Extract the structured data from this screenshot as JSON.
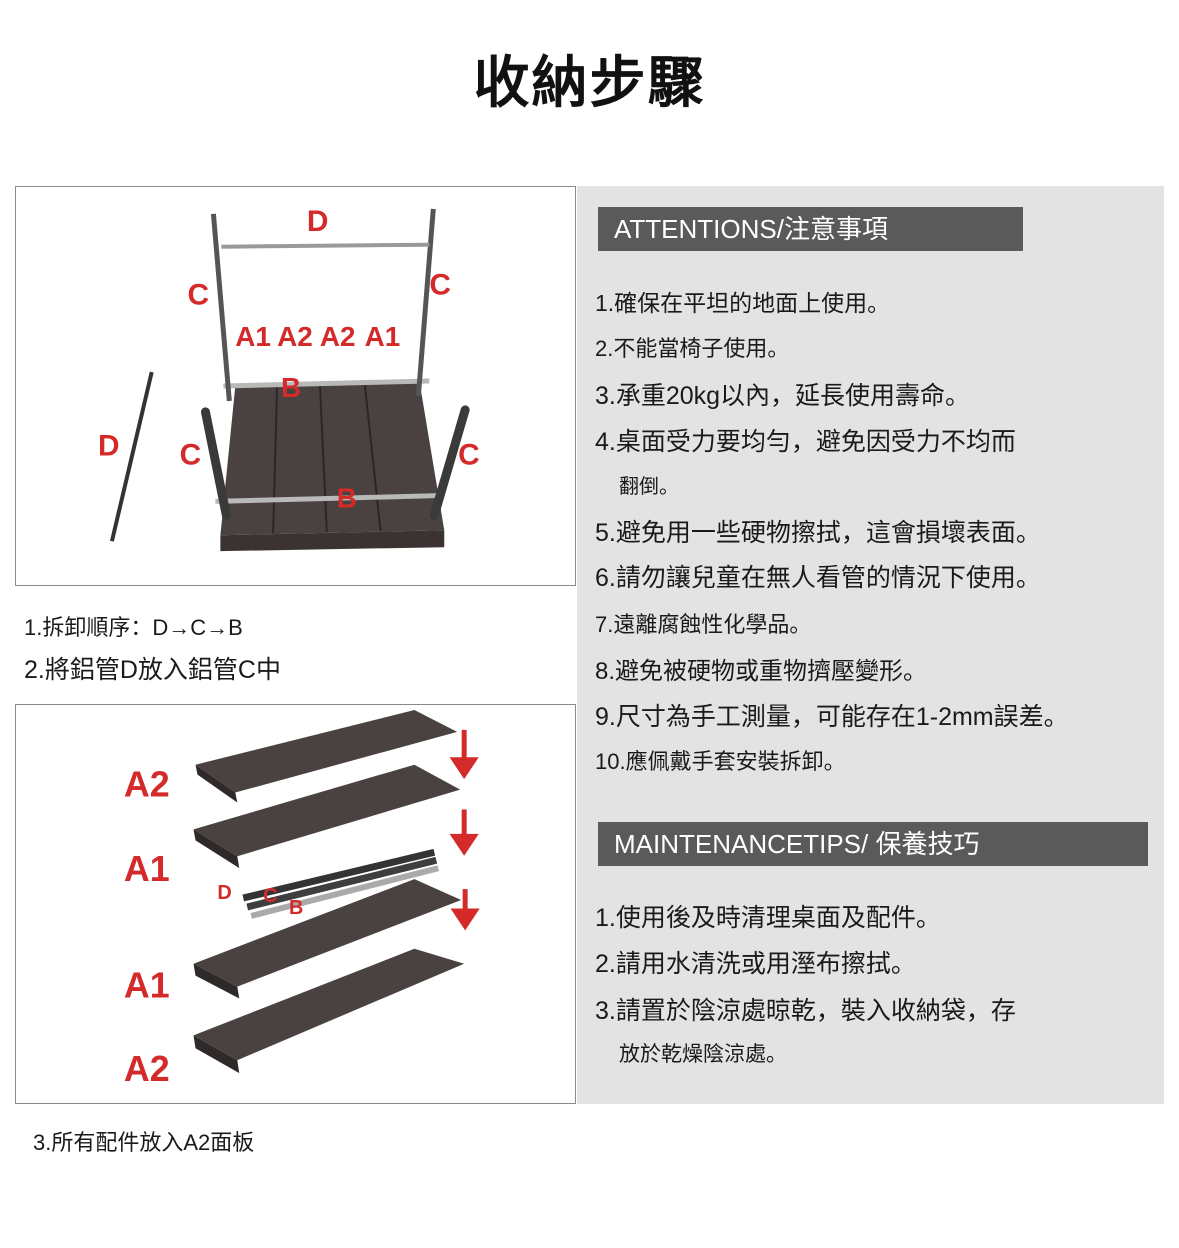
{
  "title": "收納步驟",
  "diagram_top": {
    "labels": {
      "d_top": "D",
      "c_left_upper": "C",
      "c_right_upper": "C",
      "a1_left": "A1",
      "a2_left": "A2",
      "a2_right": "A2",
      "a1_right": "A1",
      "b_upper": "B",
      "d_left": "D",
      "c_left_lower": "C",
      "c_right_lower": "C",
      "b_lower": "B"
    }
  },
  "steps": {
    "step1": "1.拆卸順序：D→C→B",
    "step2": "2.將鋁管D放入鋁管C中",
    "step3": "3.所有配件放入A2面板"
  },
  "diagram_bottom": {
    "labels": {
      "a2_top": "A2",
      "a1_upper": "A1",
      "a1_lower": "A1",
      "a2_bottom": "A2",
      "tube_d": "D",
      "tube_c": "C",
      "tube_b": "B"
    }
  },
  "attentions": {
    "header": "ATTENTIONS/注意事項",
    "items": [
      "1.確保在平坦的地面上使用。",
      "2.不能當椅子使用。",
      "3.承重20kg以內，延長使用壽命。",
      "4.桌面受力要均勻，避免因受力不均而",
      "翻倒。",
      "5.避免用一些硬物擦拭，這會損壞表面。",
      "6.請勿讓兒童在無人看管的情況下使用。",
      "7.遠離腐蝕性化學品。",
      "8.避免被硬物或重物擠壓變形。",
      "9.尺寸為手工測量，可能存在1-2mm誤差。",
      "10.應佩戴手套安裝拆卸。"
    ]
  },
  "maintenance": {
    "header": "MAINTENANCETIPS/ 保養技巧",
    "items": [
      "1.使用後及時清理桌面及配件。",
      "2.請用水清洗或用溼布擦拭。",
      "3.請置於陰涼處晾乾，裝入收納袋，存",
      "放於乾燥陰涼處。"
    ]
  },
  "colors": {
    "label_red": "#d42a2a",
    "header_gray": "#5a5a5a",
    "box_gray": "#e3e3e3",
    "panel_brown": "#4a4240"
  }
}
